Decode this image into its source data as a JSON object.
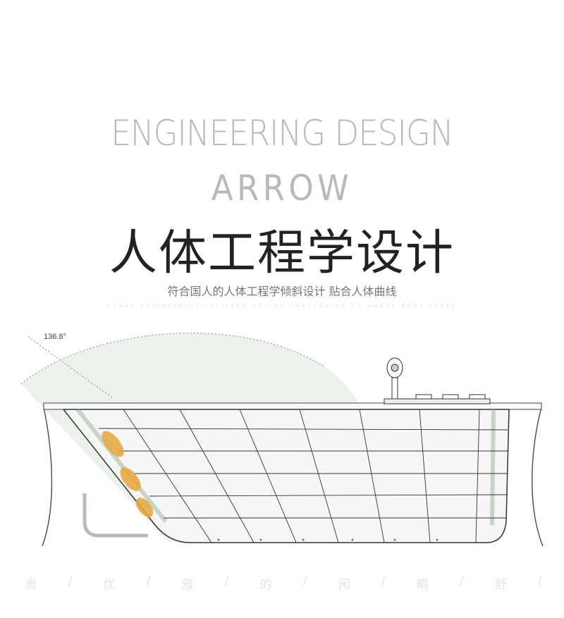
{
  "title_en_line1": "ENGINEERING DESIGN",
  "title_en_line2": "ARROW",
  "title_cn": "人体工程学设计",
  "subtitle_cn": "符合国人的人体工程学倾斜设计 贴合人体曲线",
  "subtitle_en": "HUMAN ENGINEERING INCLINED DESIGN CONFORMING TO HUMAN BODY CARVE",
  "angle_label": "136.8°",
  "bottom_chars": [
    "贵",
    "/",
    "优",
    "/",
    "雅",
    "/",
    "的",
    "/",
    "闲",
    "/",
    "暇",
    "/",
    "舒",
    "/"
  ],
  "colors": {
    "title_gray": "#b9b9b9",
    "arc_fill": "#e6efe6",
    "pillow": "#e8a53a"
  }
}
